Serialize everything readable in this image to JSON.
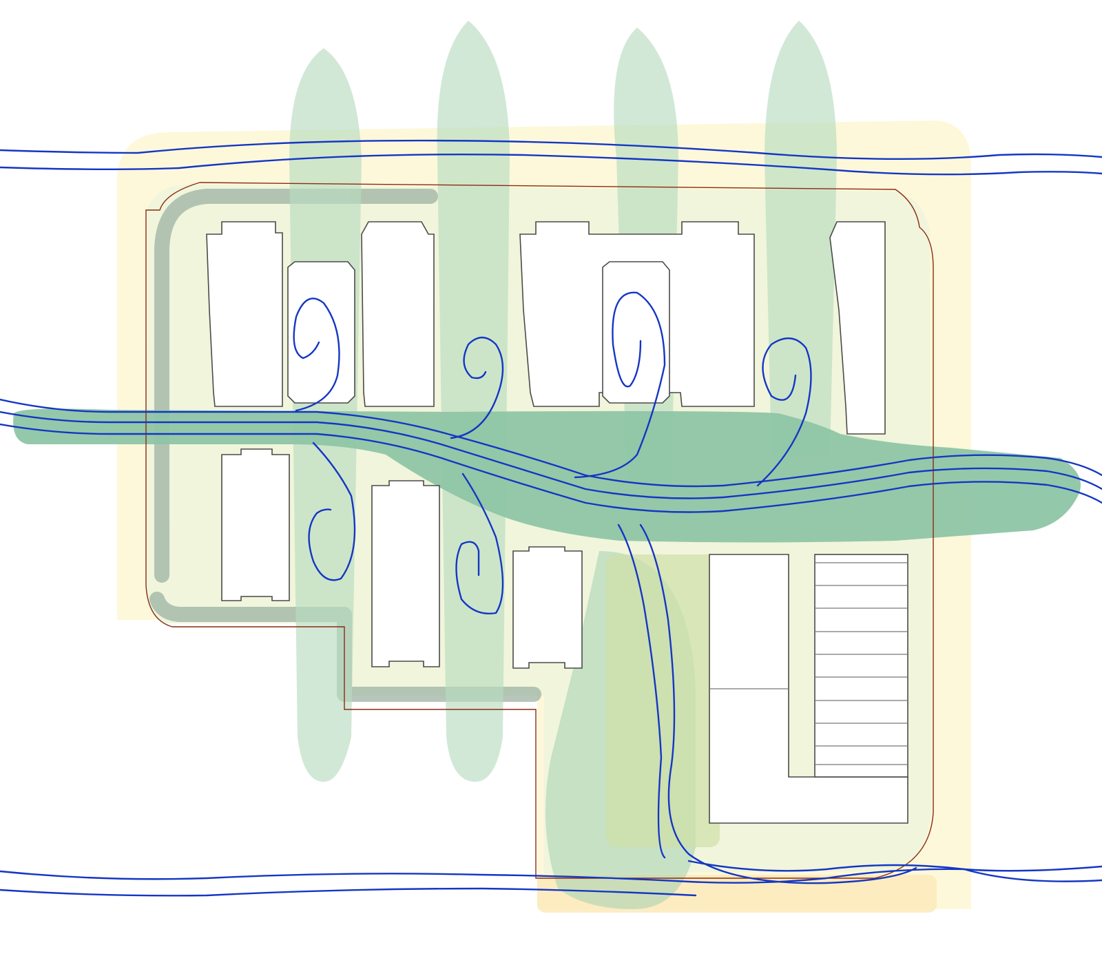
{
  "diagram": {
    "kind": "site-plan-wind-analysis",
    "colors": {
      "background": "#ffffff",
      "site_cream": "#fdf7d4",
      "site_light_green": "#eef4da",
      "green_corridor": "#b9dcc0",
      "main_green_spine": "#8ec5a6",
      "path_gray": "#9db3a3",
      "boundary": "#8a2a12",
      "building_fill": "#ffffff",
      "building_stroke": "#4a4a4a",
      "wind_flow": "#1436c4"
    },
    "icons": {
      "wind_flow": "wind-flow-line",
      "vortex": "wind-vortex-spiral"
    }
  }
}
